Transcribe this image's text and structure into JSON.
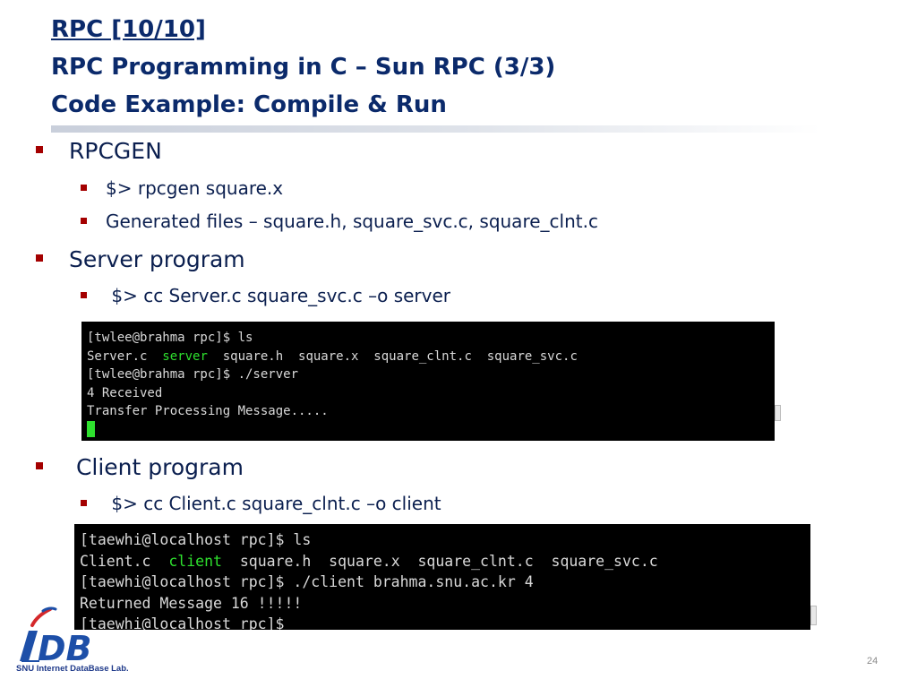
{
  "title": {
    "line1": "RPC [10/10]",
    "line2": "RPC Programming in C – Sun RPC (3/3)",
    "line3": "Code Example: Compile & Run"
  },
  "bullets": {
    "rpcgen": "RPCGEN",
    "rpcgen_cmd": "$> rpcgen square.x",
    "generated": "Generated files – square.h, square_svc.c, square_clnt.c",
    "server": "Server program",
    "server_cmd": " $> cc Server.c square_svc.c –o server",
    "client": " Client program",
    "client_cmd": " $> cc Client.c square_clnt.c –o client"
  },
  "terminal_server": {
    "line1": "[twlee@brahma rpc]$ ls",
    "line2_pre": "Server.c  ",
    "line2_hl": "server",
    "line2_post": "  square.h  square.x  square_clnt.c  square_svc.c",
    "line3": "[twlee@brahma rpc]$ ./server",
    "line4": "4 Received",
    "line5": "Transfer Processing Message....."
  },
  "terminal_client": {
    "line1": "[taewhi@localhost rpc]$ ls",
    "line2_pre": "Client.c  ",
    "line2_hl": "client",
    "line2_post": "  square.h  square.x  square_clnt.c  square_svc.c",
    "line3": "[taewhi@localhost rpc]$ ./client brahma.snu.ac.kr 4",
    "line4": "Returned Message 16 !!!!!",
    "line5": "[taewhi@localhost rpc]$ "
  },
  "logo": {
    "text": "iDB",
    "caption": "SNU Internet DataBase Lab."
  },
  "page_number": "24",
  "colors": {
    "title": "#0b2a6b",
    "bullet_marker": "#a40000",
    "terminal_bg": "#000000",
    "terminal_highlight": "#2ee02e"
  }
}
